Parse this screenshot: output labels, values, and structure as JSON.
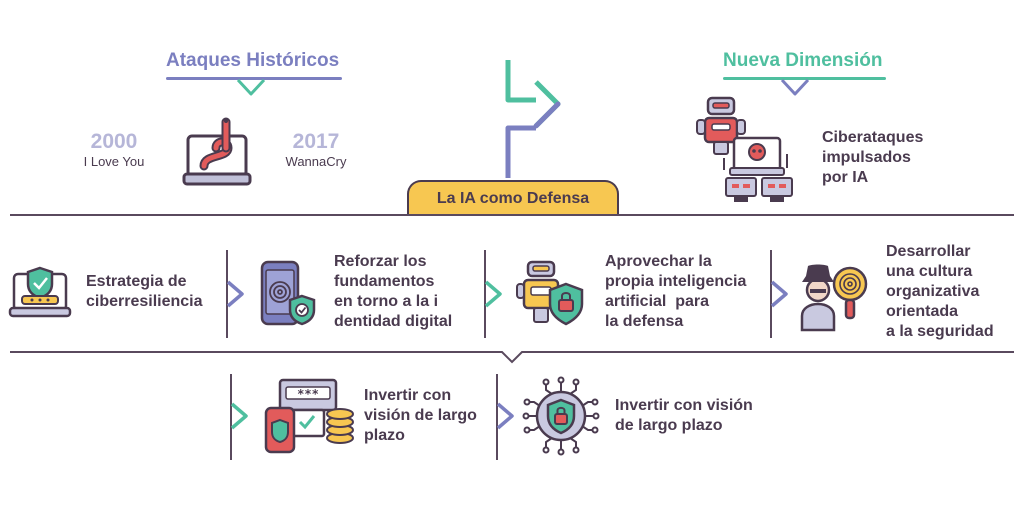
{
  "history": {
    "title": "Ataques Históricos",
    "event1": {
      "year": "2000",
      "label": "I Love You"
    },
    "event2": {
      "year": "2017",
      "label": "WannaCry"
    }
  },
  "new_dimension": {
    "title": "Nueva Dimensión",
    "lines": [
      "Ciberataques",
      "impulsados",
      "por IA"
    ]
  },
  "defense_tab": "La IA como Defensa",
  "strategies": [
    {
      "lines": [
        "Estrategia de",
        "ciberresiliencia"
      ],
      "icon": "shield-laptop-icon"
    },
    {
      "lines": [
        "Reforzar los",
        "fundamentos",
        "en torno a la i",
        "dentidad digital"
      ],
      "icon": "fingerprint-phone-icon"
    },
    {
      "lines": [
        "Aprovechar la",
        "propia inteligencia",
        "artificial  para",
        "la defensa"
      ],
      "icon": "robot-lock-icon"
    },
    {
      "lines": [
        "Desarrollar",
        "una cultura",
        "organizativa",
        "orientada",
        "a la seguridad"
      ],
      "icon": "detective-fingerprint-icon"
    }
  ],
  "investments": [
    {
      "lines": [
        "Invertir con",
        "visión de largo",
        "plazo"
      ],
      "icon": "password-coins-icon"
    },
    {
      "lines": [
        "Invertir con visión",
        "de largo plazo"
      ],
      "icon": "circuit-shield-icon"
    }
  ],
  "colors": {
    "purple": "#7b7fc0",
    "green": "#4fbf9f",
    "yellow": "#f7c751",
    "dark": "#4a3b4f",
    "red": "#e25b5b"
  }
}
